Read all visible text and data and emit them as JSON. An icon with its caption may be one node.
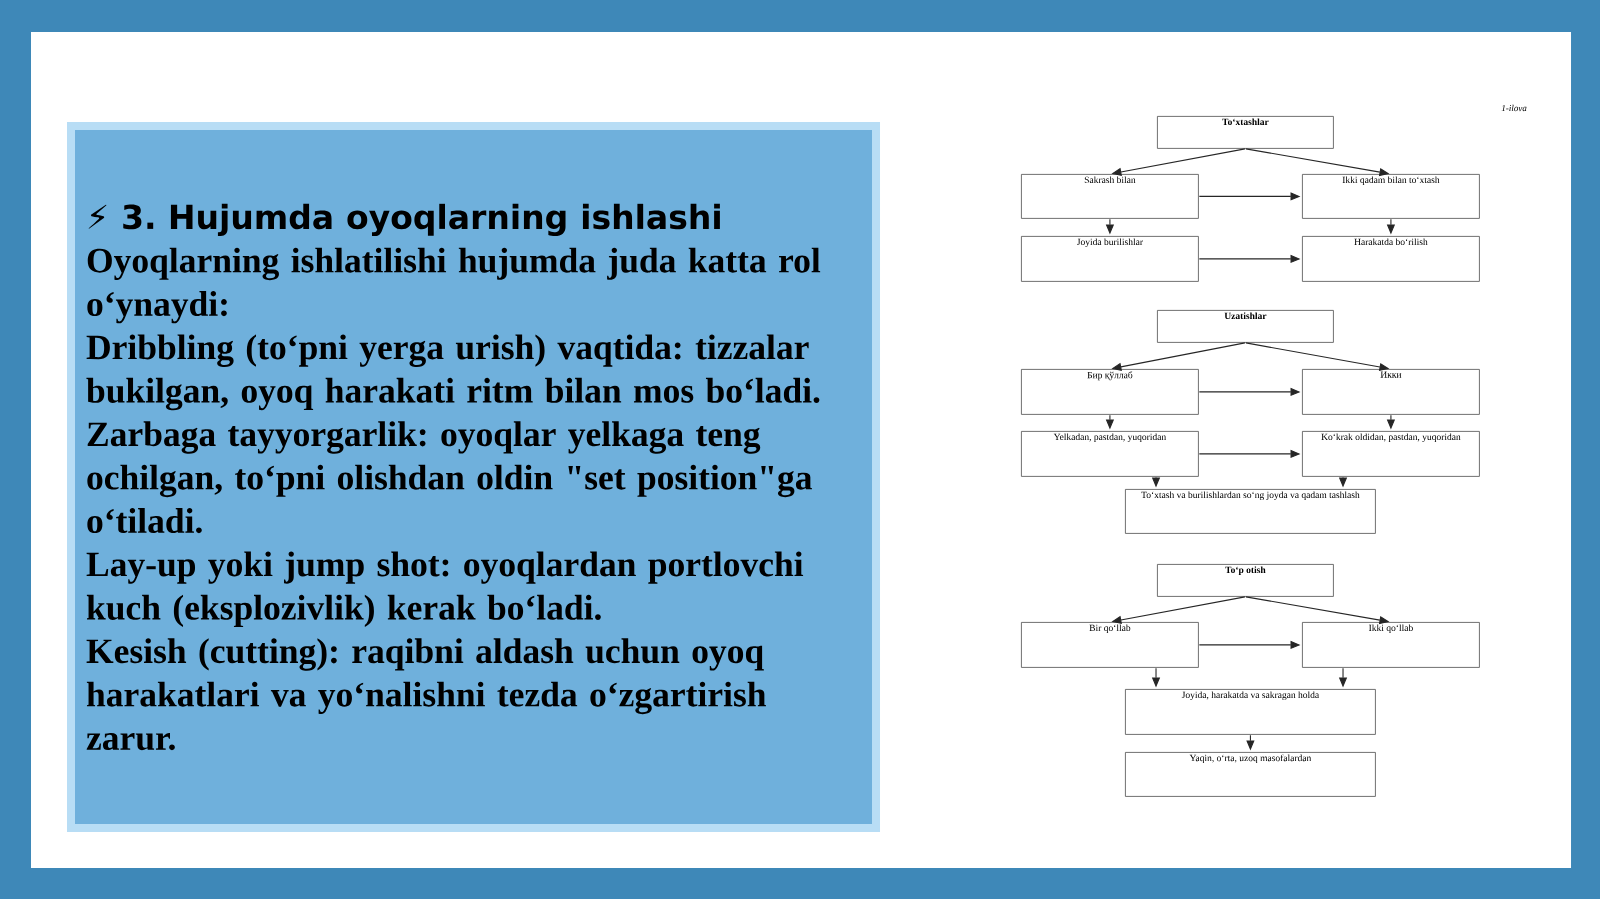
{
  "diagram": {
    "nodes": [
      {
        "text": [
          "⚡ 3. Hujumda oyoqlarning ishlashi",
          "Oyoqlarning ishlatilishi hujumda juda katta rol o‘ynaydi:",
          "Dribbling (to‘pni yerga urish) vaqtida: tizzalar bukilgan, oyoq harakati ritm bilan mos bo‘ladi.",
          "Zarbaga tayyorgarlik: oyoqlar yelkaga teng ochilgan, to‘pni olishdan oldin \"set position\"ga o‘tiladi.",
          "Lay-up yoki jump shot: oyoqlardan portlovchi kuch (eksplozivlik) kerak bo‘ladi.",
          "Kesish (cutting): raqibni aldash uchun oyoq harakatlari va yo‘nalishni tezda o‘zgartirish zarur."
        ]
      },
      {
        "text": [
          "To‘xtashlar"
        ]
      },
      {
        "text": [
          "Sakrash bilan"
        ]
      },
      {
        "text": [
          "Ikki qadam bilan to‘xtash"
        ]
      },
      {
        "text": [
          "Joyida burilishlar"
        ]
      },
      {
        "text": [
          "Harakatda bo‘rilish"
        ]
      },
      {
        "text": [
          "Uzatishlar"
        ]
      },
      {
        "text": [
          "Бир қўллаб"
        ]
      },
      {
        "text": [
          "Икки"
        ]
      },
      {
        "text": [
          "Yelkadan, pastdan, yuqoridan"
        ]
      },
      {
        "text": [
          "Ko‘krak oldidan, pastdan, yuqoridan"
        ]
      },
      {
        "text": [
          "To‘xtash va burilishlardan so‘ng joyda va qadam tashlash"
        ]
      },
      {
        "text": [
          "To‘p otish"
        ]
      },
      {
        "text": [
          "Bir qo‘llab"
        ]
      },
      {
        "text": [
          "Ikki qo‘llab"
        ]
      },
      {
        "text": [
          "Joyida, harakatda va sakragan holda"
        ]
      },
      {
        "text": [
          "Yaqin, o‘rta, uzoq masofalardan"
        ]
      }
    ],
    "edges": [
      {
        "from": 1,
        "to": 2,
        "arrow": "to"
      },
      {
        "from": 1,
        "to": 3,
        "arrow": "to"
      },
      {
        "from": 2,
        "to": 3,
        "arrow": "to"
      },
      {
        "from": 2,
        "to": 4,
        "arrow": "to"
      },
      {
        "from": 3,
        "to": 5,
        "arrow": "to"
      },
      {
        "from": 4,
        "to": 5,
        "arrow": "to"
      },
      {
        "from": 6,
        "to": 7,
        "arrow": "to"
      },
      {
        "from": 6,
        "to": 8,
        "arrow": "to"
      },
      {
        "from": 7,
        "to": 8,
        "arrow": "to"
      },
      {
        "from": 7,
        "to": 9,
        "arrow": "to"
      },
      {
        "from": 8,
        "to": 10,
        "arrow": "to"
      },
      {
        "from": 9,
        "to": 10,
        "arrow": "to"
      },
      {
        "from": 9,
        "to": 11,
        "arrow": "to"
      },
      {
        "from": 10,
        "to": 11,
        "arrow": "to"
      },
      {
        "from": 12,
        "to": 13,
        "arrow": "to"
      },
      {
        "from": 12,
        "to": 14,
        "arrow": "to"
      },
      {
        "from": 13,
        "to": 14,
        "arrow": "to"
      },
      {
        "from": 13,
        "to": 15,
        "arrow": "to"
      },
      {
        "from": 14,
        "to": 15,
        "arrow": "to"
      },
      {
        "from": 15,
        "to": 16,
        "arrow": "to"
      }
    ],
    "labels": [
      "1-ilova"
    ]
  }
}
